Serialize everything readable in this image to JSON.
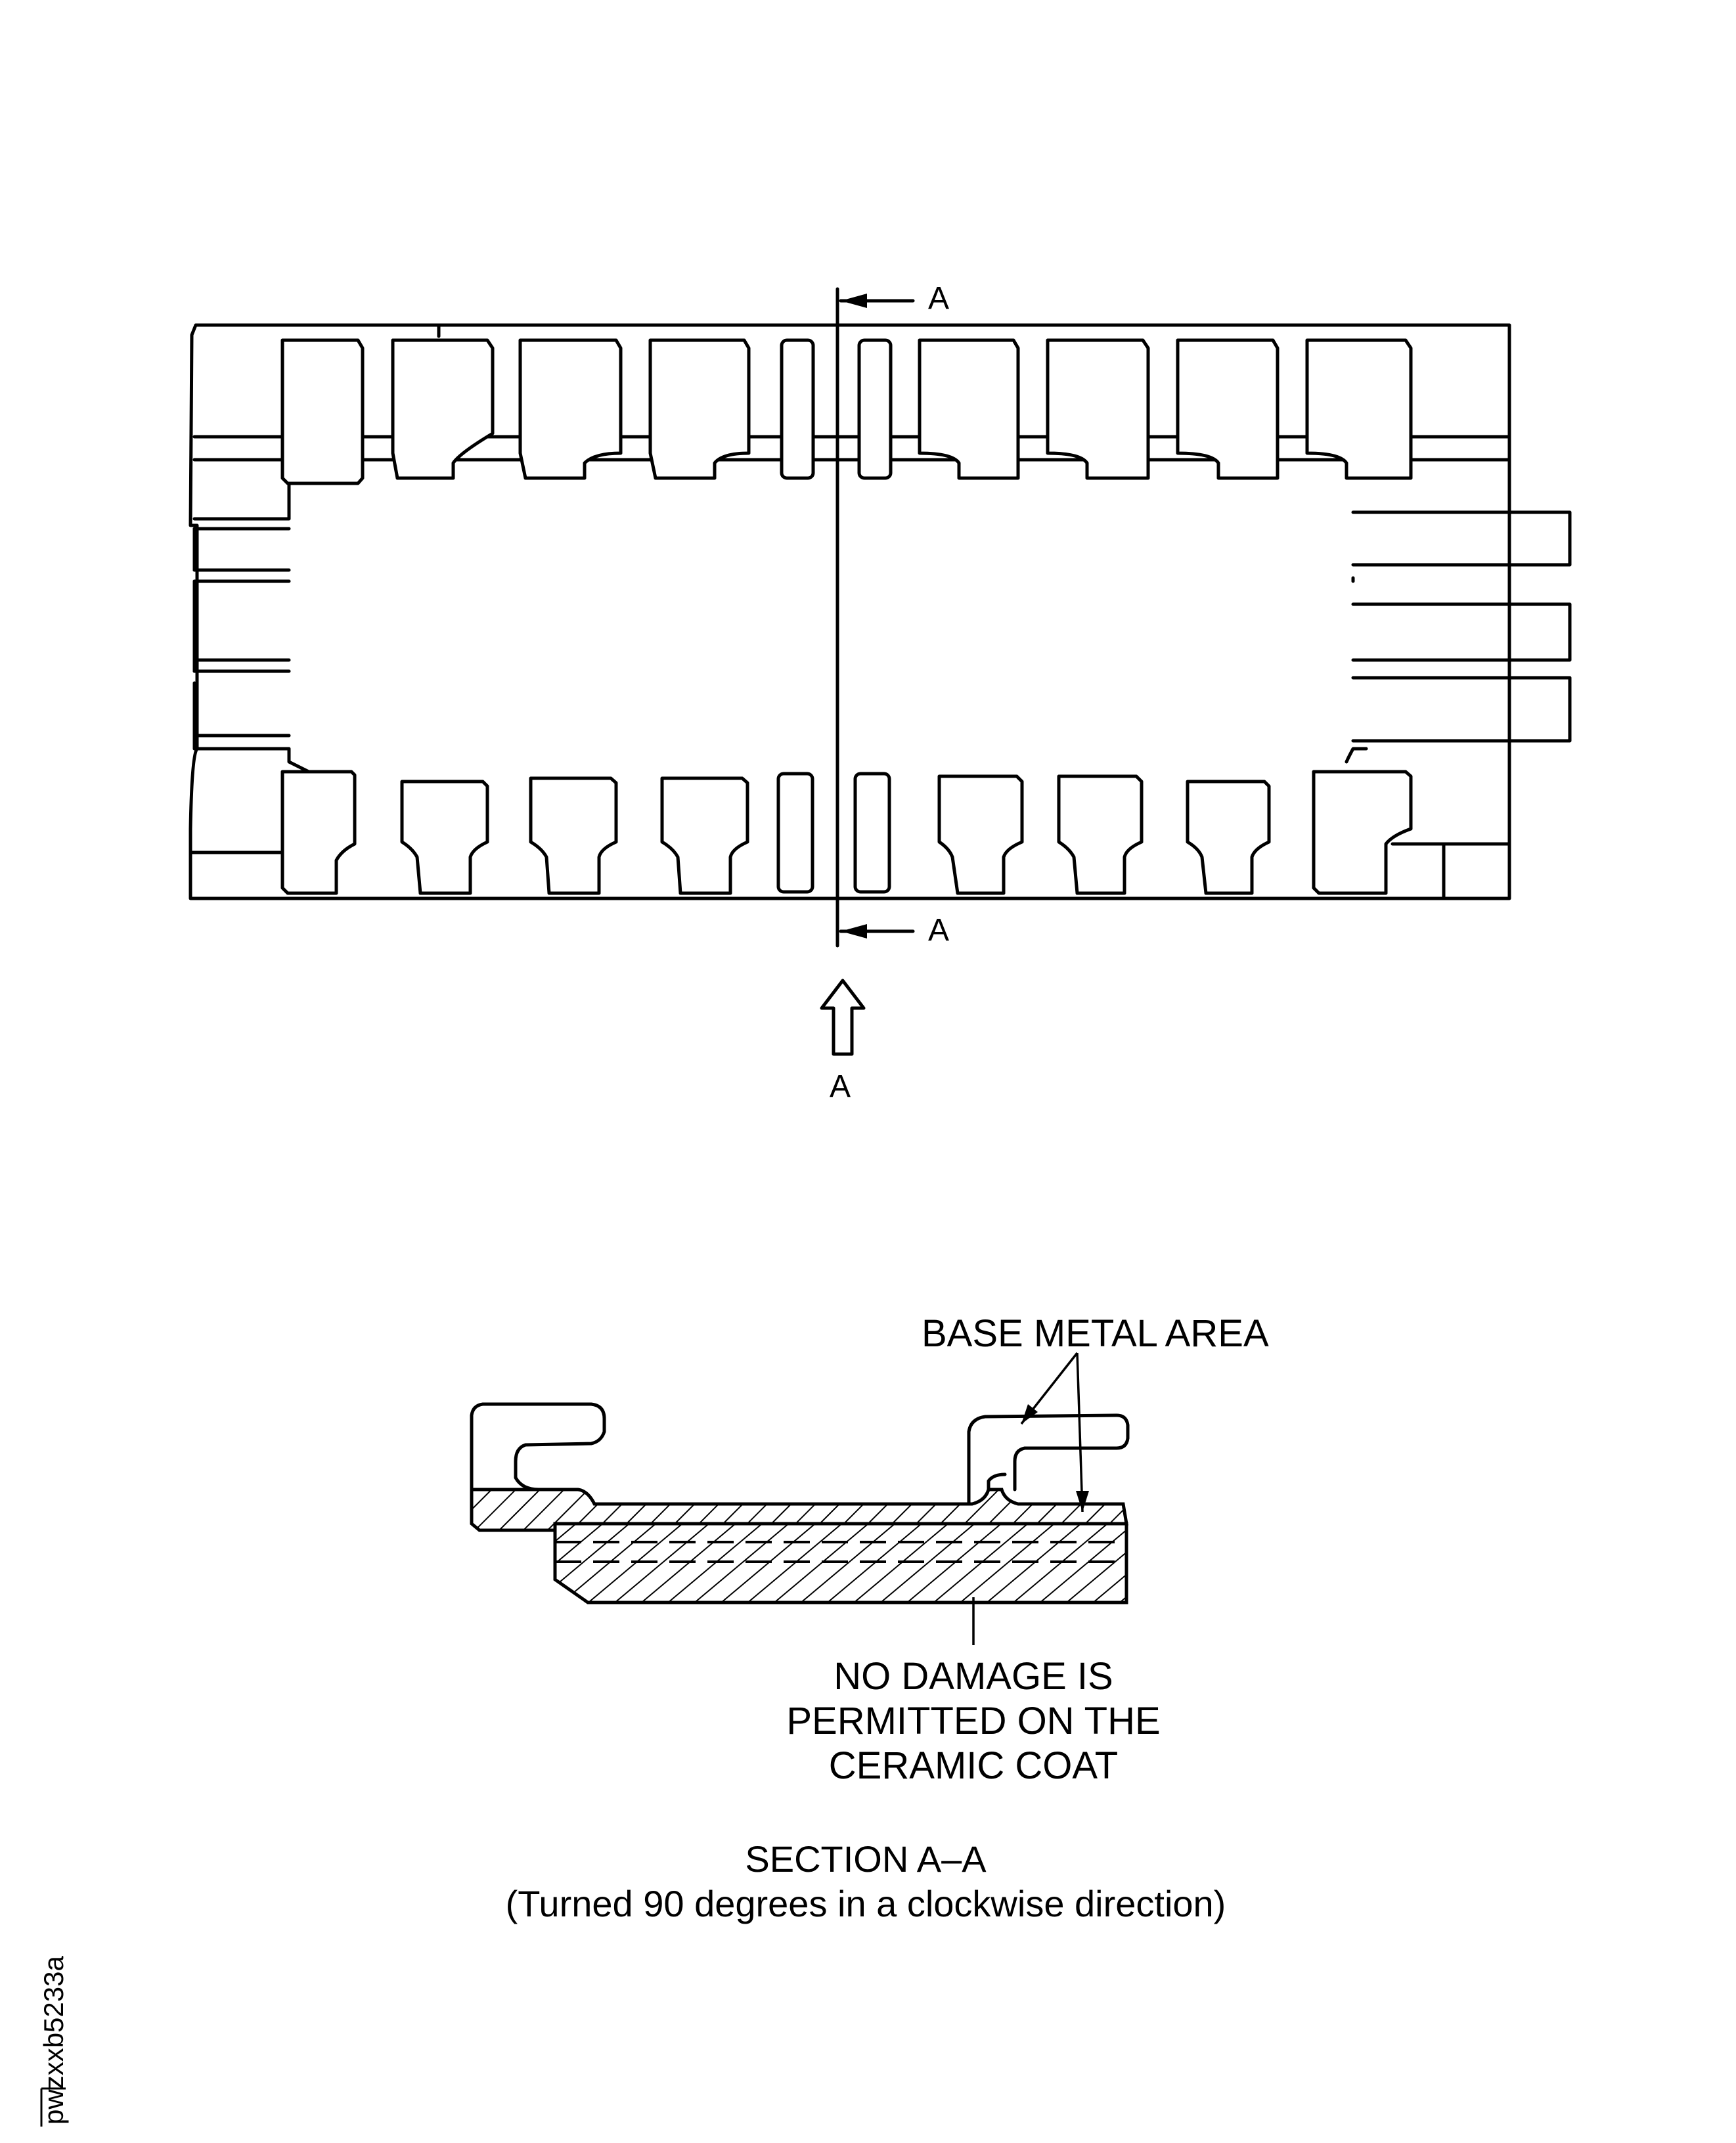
{
  "labels": {
    "section_marker_top": "A",
    "section_marker_bottom": "A",
    "view_arrow_letter": "A",
    "base_metal_callout": "BASE METAL AREA",
    "ceramic_callout_line1": "NO DAMAGE IS",
    "ceramic_callout_line2": "PERMITTED ON THE",
    "ceramic_callout_line3": "CERAMIC COAT",
    "section_title": "SECTION A–A",
    "section_subtitle": "(Turned 90 degrees in a clockwise direction)",
    "figure_id": "pwzxxb5233a"
  }
}
